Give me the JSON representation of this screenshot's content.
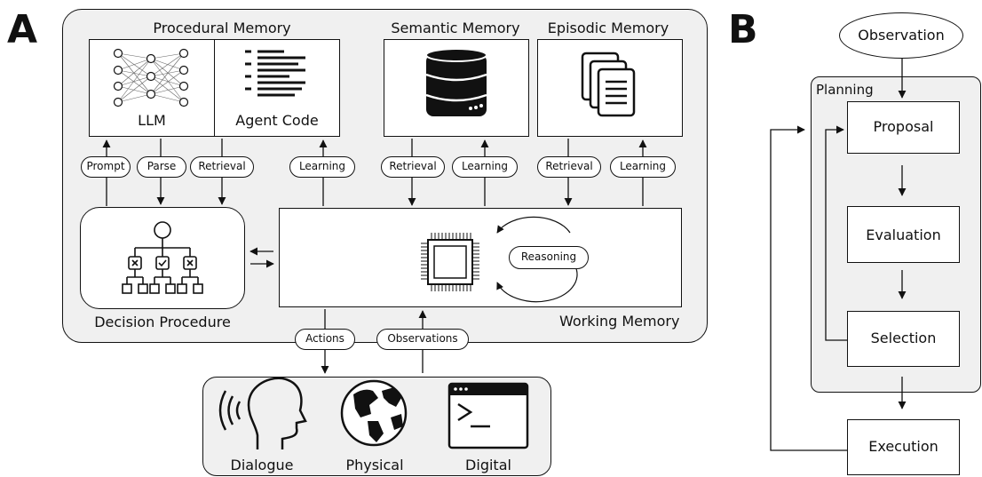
{
  "panels": {
    "a": "A",
    "b": "B"
  },
  "memory": {
    "procedural": "Procedural Memory",
    "semantic": "Semantic Memory",
    "episodic": "Episodic Memory",
    "llm": "LLM",
    "agent_code": "Agent Code",
    "working": "Working Memory",
    "decision": "Decision Procedure",
    "reasoning": "Reasoning"
  },
  "links": {
    "prompt": "Prompt",
    "parse": "Parse",
    "retrieval_proc": "Retrieval",
    "learning_proc": "Learning",
    "retrieval_sem": "Retrieval",
    "learning_sem": "Learning",
    "retrieval_epi": "Retrieval",
    "learning_epi": "Learning",
    "actions": "Actions",
    "observations": "Observations"
  },
  "environment": {
    "dialogue": "Dialogue",
    "physical": "Physical",
    "digital": "Digital"
  },
  "flow": {
    "observation": "Observation",
    "planning": "Planning",
    "proposal": "Proposal",
    "evaluation": "Evaluation",
    "selection": "Selection",
    "execution": "Execution"
  },
  "colors": {
    "panel_fill": "#f0f0f0",
    "stroke": "#111111"
  }
}
